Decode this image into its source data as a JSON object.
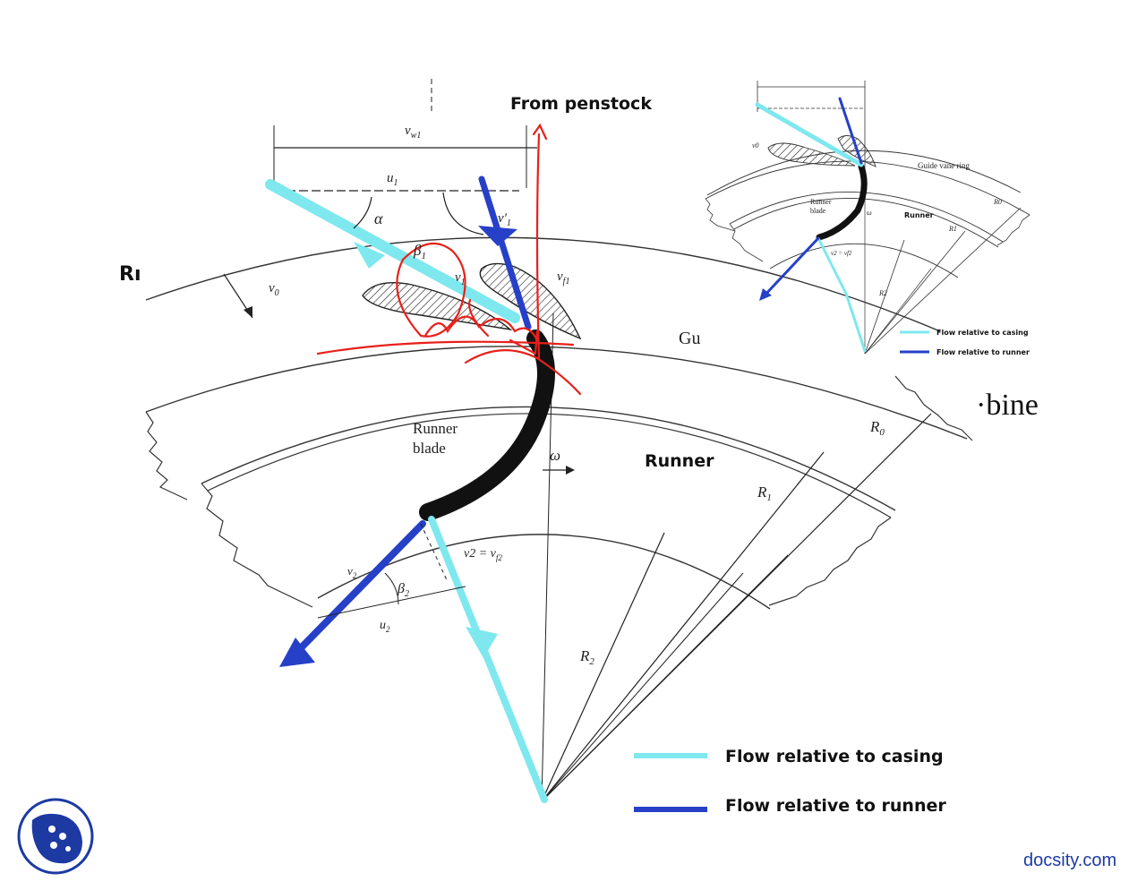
{
  "main": {
    "from_penstock": "From penstock",
    "v_w1": "v",
    "v_w1_sub": "w1",
    "u1": "u",
    "u1_sub": "1",
    "alpha": "α",
    "beta1": "β",
    "beta1_sub": "1",
    "v_r1": "v'",
    "v_r1_sub": "1",
    "v1": "v",
    "v1_sub": "1",
    "v_f1": "v",
    "v_f1_sub": "f1",
    "v0": "v",
    "v0_sub": "0",
    "guide_fragment": "Gu",
    "runner_blade_line1": "Runner",
    "runner_blade_line2": "blade",
    "omega": "ω",
    "runner": "Runner",
    "R0": "R",
    "R0_sub": "0",
    "R1": "R",
    "R1_sub": "1",
    "R2": "R",
    "R2_sub": "2",
    "v2_eq": "v",
    "v2_eq_rest": "2 = v",
    "v2_eq_sub": "f2",
    "beta2": "β",
    "beta2_sub": "2",
    "u2": "u",
    "u2_sub": "2",
    "v_r2": "v",
    "v_r2_sub": "2"
  },
  "legend": {
    "casing": "Flow relative to casing",
    "runner": "Flow relative to runner",
    "casing_color": "#7ee8ee",
    "runner_color": "#2640c8"
  },
  "thumbnail": {
    "guide_vane_ring": "Guide vane ring",
    "runner_blade_line1": "Runner",
    "runner_blade_line2": "blade",
    "runner": "Runner",
    "omega": "ω",
    "R0": "R0",
    "R1": "R1",
    "R2": "R2",
    "v0": "v0",
    "v2_eq": "v2 = vf2",
    "legend_casing": "Flow relative to casing",
    "legend_runner": "Flow relative to runner"
  },
  "side_fragment_left": "Rı",
  "side_fragment_right": "·bine",
  "brand": {
    "text": "docsity.com",
    "logo": "docsity-logo-icon",
    "color": "#1d3aa3"
  },
  "annotation_color": "#e8201a"
}
